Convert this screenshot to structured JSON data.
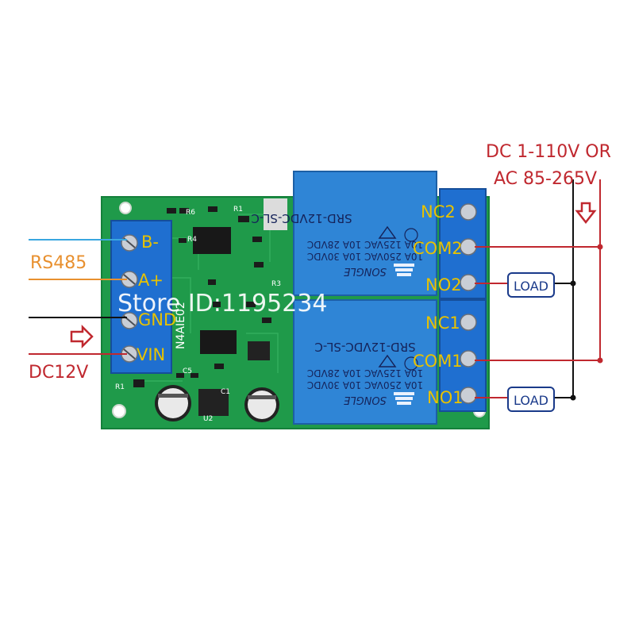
{
  "power_label": {
    "line1": "DC 1-110V OR",
    "line2": "AC 85-265V"
  },
  "left_terminals": {
    "b_minus": "B-",
    "a_plus": "A+",
    "gnd": "GND",
    "vin": "VIN"
  },
  "left_labels": {
    "rs485": "RS485",
    "dc12v": "DC12V"
  },
  "right_terminals": {
    "nc2": "NC2",
    "com2": "COM2",
    "no2": "NO2",
    "nc1": "NC1",
    "com1": "COM1",
    "no1": "NO1"
  },
  "loads": [
    "LOAD",
    "LOAD"
  ],
  "relays": [
    {
      "model": "SRD-12VDC-SL-C",
      "rating1": "10A 250VAC  10A 30VDC",
      "rating2": "10A 125VAC  10A 28VDC",
      "brand": "SONGLE"
    },
    {
      "model": "SRD-12VDC-SL-C",
      "rating1": "10A 250VAC  10A 30VDC",
      "rating2": "10A 125VAC  10A 28VDC",
      "brand": "SONGLE"
    }
  ],
  "board_marking": "N4AIE02",
  "watermark": "Store ID:1195234",
  "colors": {
    "terminal_label": "#e8c200",
    "power_wire": "#c0282f",
    "rs485_label": "#e8902f",
    "b_wire": "#3aa7e0",
    "pcb": "#1f9a4a",
    "terminal_block": "#1f6fd0",
    "relay_body": "#2f85d6",
    "load_border": "#1a3a8a"
  }
}
